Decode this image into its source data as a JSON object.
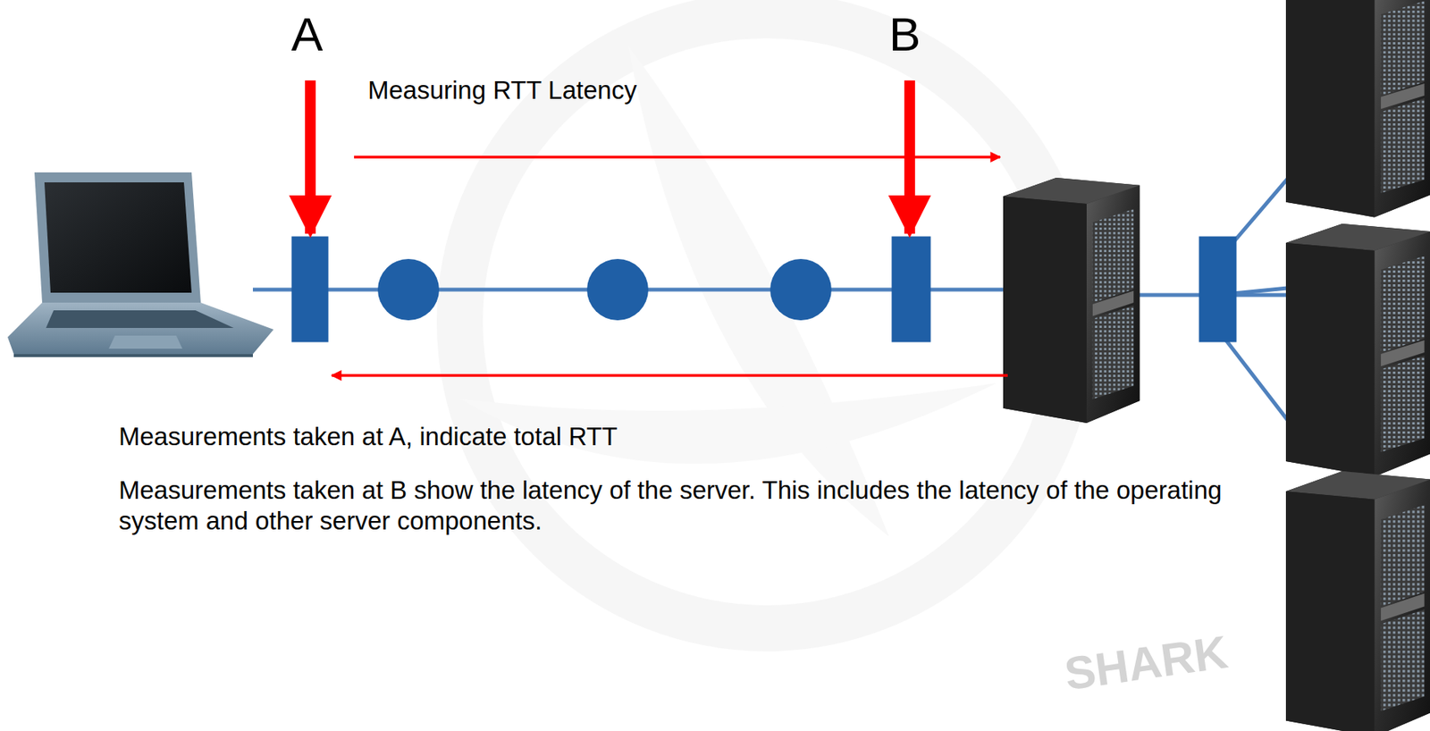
{
  "diagram": {
    "labels": [
      "A",
      "B",
      "Measuring RTT Latency",
      "Measurements taken at A, indicate total RTT",
      "Measurements taken at B show the latency of the server. This includes the latency of the operating system and other server components.",
      "SHARK"
    ]
  }
}
